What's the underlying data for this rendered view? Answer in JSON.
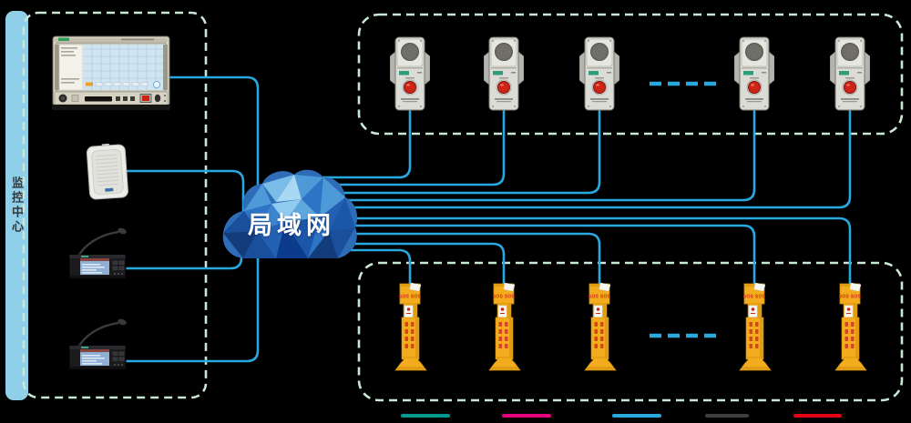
{
  "monitoring_center": {
    "label": "监控中心"
  },
  "cloud": {
    "label": "局域网"
  },
  "pillar": {
    "sos_label": "SOS SOS"
  },
  "colors": {
    "connection_line": "#29A8E0",
    "zone_border_dash": "#C9E7D2",
    "monitoring_bar": "#8FCFE9",
    "cloud_palette": [
      "#123C7A",
      "#1A4F9C",
      "#2362B2",
      "#2E74C4",
      "#3C85CE",
      "#4E9AD8",
      "#5FA8DE",
      "#79BCE8",
      "#8FCBEE",
      "#A9D8F2"
    ],
    "alarm_button_red": "#CE2418",
    "pillar_yellow": "#F3AC1D",
    "legend_bars": [
      "#009B8F",
      "#E6007E",
      "#29A8E0",
      "#3F3F3F",
      "#E60012"
    ]
  }
}
